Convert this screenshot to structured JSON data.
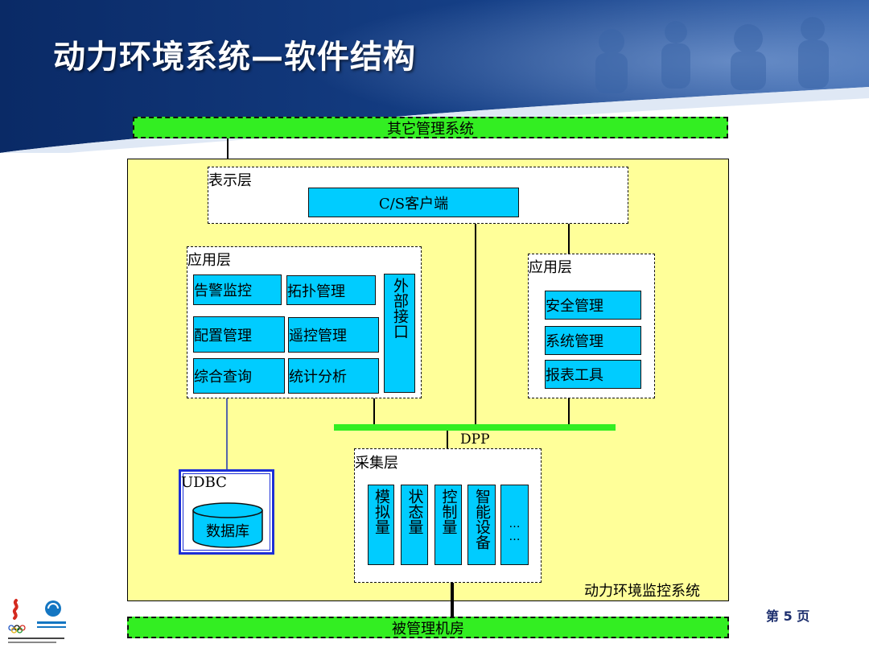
{
  "slide": {
    "title": "动力环境系统—软件结构",
    "page_number": "第 5 页"
  },
  "diagram": {
    "top_bar": "其它管理系统",
    "bottom_bar": "被管理机房",
    "main_system_label": "动力环境监控系统",
    "presentation_layer": {
      "label": "表示层",
      "client": "C/S客户端"
    },
    "app_layer_left": {
      "label": "应用层",
      "modules": [
        "告警监控",
        "拓扑管理",
        "配置管理",
        "遥控管理",
        "综合查询",
        "统计分析"
      ],
      "external_interface": "外部接口"
    },
    "app_layer_right": {
      "label": "应用层",
      "modules": [
        "安全管理",
        "系统管理",
        "报表工具"
      ]
    },
    "dpp_label": "DPP",
    "collection_layer": {
      "label": "采集层",
      "columns": [
        "模拟量",
        "状态量",
        "控制量",
        "智能设备",
        "……"
      ]
    },
    "database": {
      "label": "UDBC",
      "cylinder": "数据库"
    }
  },
  "colors": {
    "slide_header": "#0a2a66",
    "main_system_fill": "#ffff99",
    "module_fill": "#00ccff",
    "bus_green": "#33ee22",
    "database_border": "#1c2fd6"
  }
}
